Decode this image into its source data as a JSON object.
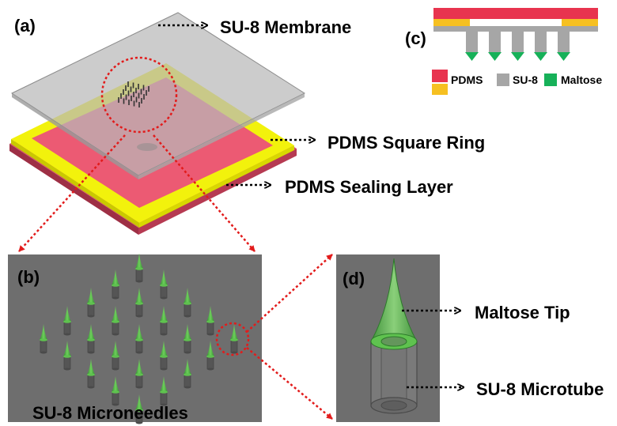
{
  "panel_a": {
    "label": "(a)",
    "callouts": {
      "membrane": "SU-8 Membrane",
      "ring": "PDMS Square Ring",
      "sealing": "PDMS Sealing Layer"
    }
  },
  "panel_b": {
    "label": "(b)",
    "caption": "SU-8 Microneedles"
  },
  "panel_c": {
    "label": "(c)",
    "legend": [
      {
        "name": "PDMS",
        "color": "#e8344f"
      },
      {
        "name": "SU-8",
        "color": "#a6a6a6"
      },
      {
        "name": "Maltose",
        "color": "#17b159"
      }
    ],
    "ring_color": "#f6c021"
  },
  "panel_d": {
    "label": "(d)",
    "callouts": {
      "tip": "Maltose Tip",
      "tube": "SU-8 Microtube"
    }
  },
  "colors": {
    "membrane": "#c4c4c4",
    "ring_yellow": "#f2f20c",
    "sealing_pink": "#e8566f",
    "render_bg": "#6e6e6e",
    "needle_green": "#3fae3a",
    "zoom_circle": "#e21b1b"
  }
}
